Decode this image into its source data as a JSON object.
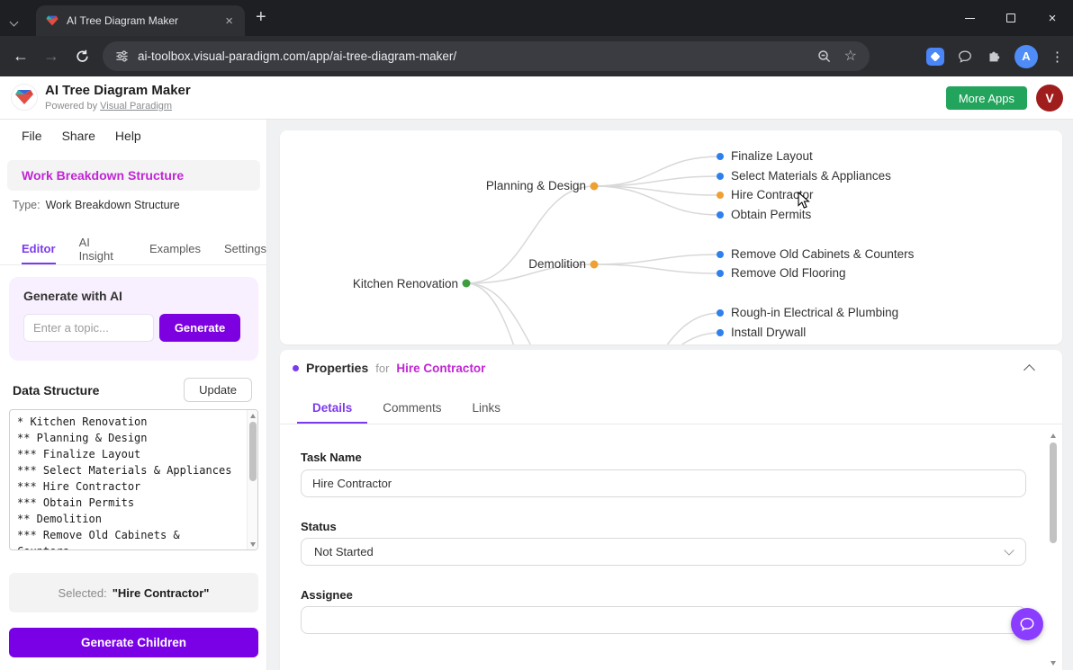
{
  "colors": {
    "accent_purple": "#7c3aed",
    "button_purple": "#7a00e6",
    "magenta": "#c026d3",
    "more_apps_green": "#22a45c",
    "avatar_red": "#a01d1d"
  },
  "browser": {
    "tab_title": "AI Tree Diagram Maker",
    "url": "ai-toolbox.visual-paradigm.com/app/ai-tree-diagram-maker/",
    "profile_initial": "A"
  },
  "header": {
    "title": "AI Tree Diagram Maker",
    "powered_by": "Powered by",
    "powered_by_link": "Visual Paradigm",
    "more_apps": "More Apps",
    "avatar_initial": "V"
  },
  "sidebar": {
    "menu": [
      {
        "label": "File"
      },
      {
        "label": "Share"
      },
      {
        "label": "Help"
      }
    ],
    "doc_title": "Work Breakdown Structure",
    "type_label": "Type:",
    "type_value": "Work Breakdown Structure",
    "tabs": [
      {
        "label": "Editor"
      },
      {
        "label": "AI Insight"
      },
      {
        "label": "Examples"
      },
      {
        "label": "Settings"
      }
    ],
    "generate": {
      "title": "Generate with AI",
      "placeholder": "Enter a topic...",
      "button": "Generate"
    },
    "data_structure": {
      "title": "Data Structure",
      "update_button": "Update",
      "content": "* Kitchen Renovation\n** Planning & Design\n*** Finalize Layout\n*** Select Materials & Appliances\n*** Hire Contractor\n*** Obtain Permits\n** Demolition\n*** Remove Old Cabinets &\nCounters"
    },
    "selected_label": "Selected:",
    "selected_value": "\"Hire Contractor\"",
    "generate_children": "Generate Children"
  },
  "diagram": {
    "root": "Kitchen Renovation",
    "branch1": "Planning & Design",
    "branch1_children": [
      "Finalize Layout",
      "Select Materials & Appliances",
      "Hire Contractor",
      "Obtain Permits"
    ],
    "branch2": "Demolition",
    "branch2_children": [
      "Remove Old Cabinets & Counters",
      "Remove Old Flooring"
    ],
    "branch3_children": [
      "Rough-in Electrical & Plumbing",
      "Install Drywall"
    ],
    "colors": {
      "root_dot": "#3c9e3c",
      "branch_dot": "#f0a032",
      "leaf_dot": "#2f80ed",
      "selected_dot": "#f0a032",
      "link": "#d8d8d8"
    }
  },
  "properties": {
    "title": "Properties",
    "for_label": "for",
    "target": "Hire Contractor",
    "tabs": [
      {
        "label": "Details"
      },
      {
        "label": "Comments"
      },
      {
        "label": "Links"
      }
    ],
    "task_name_label": "Task Name",
    "task_name_value": "Hire Contractor",
    "status_label": "Status",
    "status_value": "Not Started",
    "assignee_label": "Assignee",
    "assignee_value": ""
  }
}
